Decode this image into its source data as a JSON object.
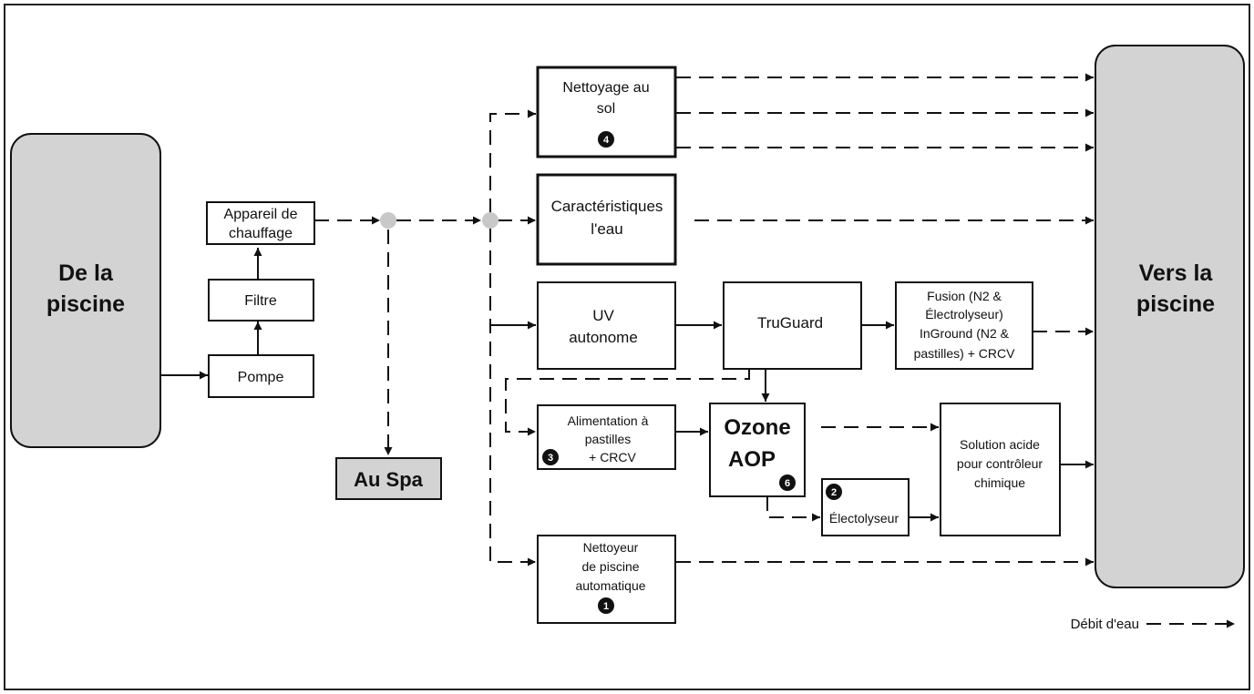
{
  "source_tank": {
    "lines": [
      "De la",
      "piscine"
    ]
  },
  "dest_tank": {
    "lines": [
      "Vers la",
      "piscine"
    ]
  },
  "pump": {
    "label": "Pompe"
  },
  "filter": {
    "label": "Filtre"
  },
  "heater": {
    "lines": [
      "Appareil de",
      "chauffage"
    ]
  },
  "spa": {
    "label": "Au Spa"
  },
  "floor_cleaning": {
    "lines": [
      "Nettoyage au",
      "sol"
    ],
    "badge": "4"
  },
  "water_features": {
    "lines": [
      "Caractéristiques",
      "l'eau"
    ]
  },
  "uv": {
    "lines": [
      "UV",
      "autonome"
    ]
  },
  "truguard": {
    "label": "TruGuard"
  },
  "fusion": {
    "lines": [
      "Fusion (N2 &",
      "Électrolyseur)",
      "InGround (N2 &",
      "pastilles) + CRCV"
    ]
  },
  "tablet_feeder": {
    "lines": [
      "Alimentation à",
      "pastilles",
      "+ CRCV"
    ],
    "badge": "3"
  },
  "ozone": {
    "lines": [
      "Ozone",
      "AOP"
    ],
    "badge": "6"
  },
  "electrolyzer": {
    "label": "Électolyseur",
    "badge": "2"
  },
  "acid": {
    "lines": [
      "Solution acide",
      "pour contrôleur",
      "chimique"
    ]
  },
  "pool_cleaner": {
    "lines": [
      "Nettoyeur",
      "de piscine",
      "automatique"
    ],
    "badge": "1"
  },
  "legend": {
    "label": "Débit d'eau"
  }
}
